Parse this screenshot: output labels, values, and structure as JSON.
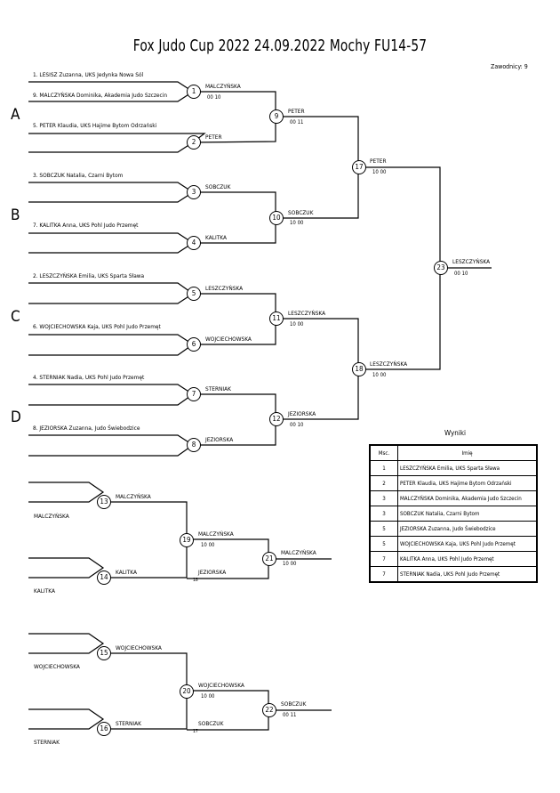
{
  "header": {
    "title": "Fox Judo Cup 2022  24.09.2022  Mochy   FU14-57",
    "competitors_count": "Zawodnicy: 9"
  },
  "pools": [
    "A",
    "B",
    "C",
    "D"
  ],
  "entries": [
    "1. LESISZ Zuzanna, UKS Jedynka Nowa Sól",
    "9. MALCZYŃSKA Dominika, Akademia Judo Szczecin",
    "5. PETER Klaudia, UKS Hajime Bytom Odrzański",
    "3. SOBCZUK Natalia, Czarni Bytom",
    "7. KALITKA Anna, UKS Pohl Judo Przemęt",
    "2. LESZCZYŃSKA Emilia, UKS Sparta Sława",
    "6. WOJCIECHOWSKA Kaja, UKS Pohl Judo Przemęt",
    "4. STERNIAK Nadia, UKS Pohl Judo Przemęt",
    "8. JEZIORSKA Zuzanna, Judo Świebodzice"
  ],
  "matches": [
    {
      "num": "1",
      "winner": "MALCZYŃSKA",
      "score": "00  10"
    },
    {
      "num": "2",
      "winner": "PETER",
      "score": ""
    },
    {
      "num": "3",
      "winner": "SOBCZUK",
      "score": ""
    },
    {
      "num": "4",
      "winner": "KALITKA",
      "score": ""
    },
    {
      "num": "5",
      "winner": "LESZCZYŃSKA",
      "score": ""
    },
    {
      "num": "6",
      "winner": "WOJCIECHOWSKA",
      "score": ""
    },
    {
      "num": "7",
      "winner": "STERNIAK",
      "score": ""
    },
    {
      "num": "8",
      "winner": "JEZIORSKA",
      "score": ""
    },
    {
      "num": "9",
      "winner": "PETER",
      "score": "00  11"
    },
    {
      "num": "10",
      "winner": "SOBCZUK",
      "score": "10  00"
    },
    {
      "num": "11",
      "winner": "LESZCZYŃSKA",
      "score": "10  00"
    },
    {
      "num": "12",
      "winner": "JEZIORSKA",
      "score": "00  10"
    },
    {
      "num": "17",
      "winner": "PETER",
      "score": "10  00"
    },
    {
      "num": "18",
      "winner": "LESZCZYŃSKA",
      "score": "10  00"
    },
    {
      "num": "23",
      "winner": "LESZCZYŃSKA",
      "score": "00  10"
    }
  ],
  "repechage": [
    {
      "entrants": [
        "MALCZYŃSKA",
        "KALITKA"
      ],
      "first": [
        {
          "num": "13",
          "winner": "MALCZYŃSKA"
        },
        {
          "num": "14",
          "winner": "KALITKA"
        }
      ],
      "semi": {
        "num": "19",
        "winner": "MALCZYŃSKA",
        "score": "10  00"
      },
      "semi_loser": "JEZIORSKA",
      "semi_loser_ref": "18",
      "final": {
        "num": "21",
        "winner": "MALCZYŃSKA",
        "score": "10  00"
      }
    },
    {
      "entrants": [
        "WOJCIECHOWSKA",
        "STERNIAK"
      ],
      "first": [
        {
          "num": "15",
          "winner": "WOJCIECHOWSKA"
        },
        {
          "num": "16",
          "winner": "STERNIAK"
        }
      ],
      "semi": {
        "num": "20",
        "winner": "WOJCIECHOWSKA",
        "score": "10  00"
      },
      "semi_loser": "SOBCZUK",
      "semi_loser_ref": "17",
      "final": {
        "num": "22",
        "winner": "SOBCZUK",
        "score": "00  11"
      }
    }
  ],
  "results": {
    "title": "Wyniki",
    "headers": [
      "Msc.",
      "Imię"
    ],
    "rows": [
      {
        "place": "1",
        "name": "LESZCZYŃSKA Emilia, UKS Sparta Sława"
      },
      {
        "place": "2",
        "name": "PETER Klaudia, UKS Hajime Bytom Odrzański"
      },
      {
        "place": "3",
        "name": "MALCZYŃSKA Dominika, Akademia Judo Szczecin"
      },
      {
        "place": "3",
        "name": "SOBCZUK Natalia, Czarni Bytom"
      },
      {
        "place": "5",
        "name": "JEZIORSKA Zuzanna, Judo Świebodzice"
      },
      {
        "place": "5",
        "name": "WOJCIECHOWSKA Kaja, UKS Pohl Judo Przemęt"
      },
      {
        "place": "7",
        "name": "KALITKA Anna, UKS Pohl Judo Przemęt"
      },
      {
        "place": "7",
        "name": "STERNIAK Nadia, UKS Pohl Judo Przemęt"
      }
    ]
  }
}
